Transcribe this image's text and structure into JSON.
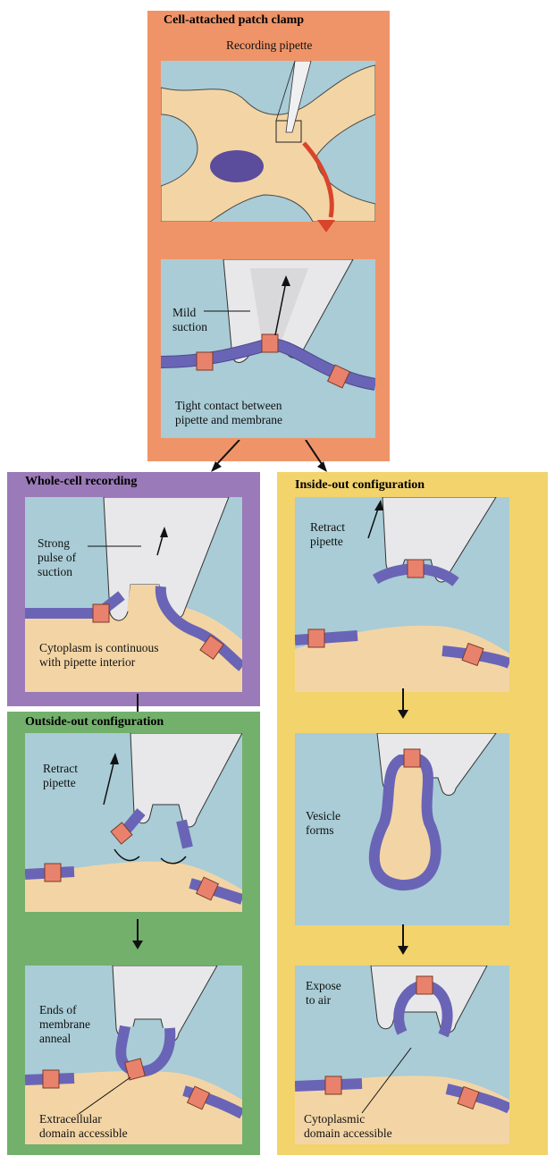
{
  "panels": {
    "cell_attached": {
      "title": "Cell-attached patch clamp",
      "recording_pipette": "Recording pipette",
      "mild_suction": "Mild\nsuction",
      "tight_contact": "Tight contact between\npipette and membrane"
    },
    "whole_cell": {
      "title": "Whole-cell recording",
      "strong_pulse": "Strong\npulse of\nsuction",
      "cytoplasm_continuous": "Cytoplasm is continuous\nwith pipette interior"
    },
    "inside_out": {
      "title": "Inside-out configuration",
      "retract_pipette": "Retract\npipette",
      "vesicle_forms": "Vesicle\nforms",
      "expose_to_air": "Expose\nto air",
      "cytoplasmic_domain": "Cytoplasmic\ndomain accessible"
    },
    "outside_out": {
      "title": "Outside-out configuration",
      "retract_pipette": "Retract\npipette",
      "ends_anneal": "Ends of\nmembrane\nanneal",
      "extracellular_domain": "Extracellular\ndomain accessible"
    }
  },
  "colors": {
    "cell_attached_frame": "#ef9468",
    "whole_cell_frame": "#9a7ab8",
    "inside_out_frame": "#f2d36c",
    "outside_out_frame": "#72b06c",
    "medium": "#a9ccd6",
    "cytoplasm": "#f3d5a5",
    "membrane": "#6a64b6",
    "channel": "#e9826c",
    "nucleus": "#5c4c9c",
    "pipette": "#e8e8ea"
  }
}
